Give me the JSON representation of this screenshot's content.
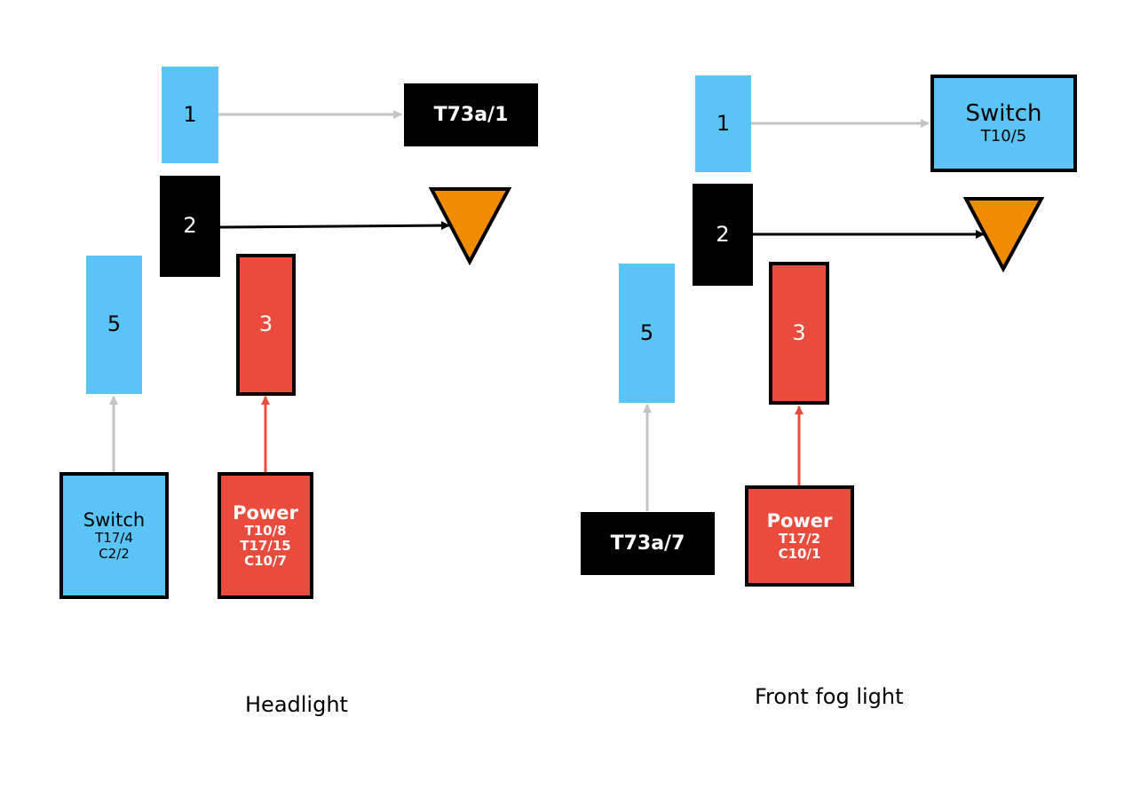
{
  "diagrams": [
    {
      "caption": "Headlight",
      "pins": {
        "p1": "1",
        "p2": "2",
        "p3": "3",
        "p5": "5"
      },
      "destination": {
        "label": "T73a/1"
      },
      "switch": {
        "title": "Switch",
        "line1": "T17/4",
        "line2": "C2/2"
      },
      "power": {
        "title": "Power",
        "line1": "T10/8",
        "line2": "T17/15",
        "line3": "C10/7"
      }
    },
    {
      "caption": "Front fog light",
      "pins": {
        "p1": "1",
        "p2": "2",
        "p3": "3",
        "p5": "5"
      },
      "destination": {
        "title": "Switch",
        "line1": "T10/5"
      },
      "source": {
        "label": "T73a/7"
      },
      "power": {
        "title": "Power",
        "line1": "T17/2",
        "line2": "C10/1"
      }
    }
  ],
  "colors": {
    "pin_blue": "#5bc4f6",
    "pin_red": "#e94b3c",
    "pin_black": "#000000",
    "ground_orange": "#ef8c00",
    "wire_gray": "#c4c4c4",
    "wire_black": "#000000",
    "wire_red": "#e94b3c"
  },
  "icons": [
    "ground-triangle-icon"
  ]
}
